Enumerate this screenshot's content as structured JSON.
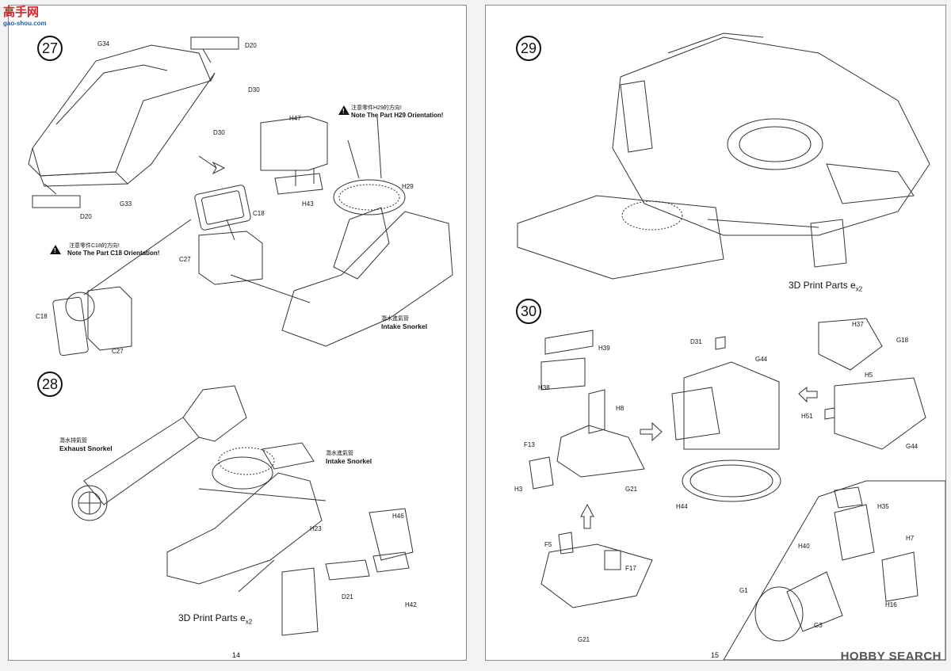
{
  "watermark_top_left": {
    "text": "高手网",
    "url": "gao-shou.com"
  },
  "watermark_bottom_right": "HOBBY SEARCH",
  "left_page": {
    "number": "14",
    "steps": [
      {
        "number": "27",
        "parts": [
          "G34",
          "D20",
          "D30",
          "D30",
          "D20",
          "G33",
          "H47",
          "H43",
          "C18",
          "H29",
          "C27",
          "C18",
          "C27"
        ],
        "notes": [
          {
            "cn": "注意零件H29的方向!",
            "en": "Note The Part H29 Orientation!"
          },
          {
            "cn": "注意零件C18的方向!",
            "en": "Note The Part C18 Orientation!"
          }
        ],
        "callout": {
          "cn": "潛水進氣管",
          "en": "Intake Snorkel"
        }
      },
      {
        "number": "28",
        "parts": [
          "H46",
          "H23",
          "D21",
          "H42"
        ],
        "callouts": [
          {
            "cn": "潛水排氣管",
            "en": "Exhaust Snorkel"
          },
          {
            "cn": "潛水進氣管",
            "en": "Intake Snorkel"
          }
        ],
        "print_parts": "3D Print Parts",
        "print_letter": "e",
        "print_qty": "x2"
      }
    ]
  },
  "right_page": {
    "number": "15",
    "steps": [
      {
        "number": "29",
        "print_parts": "3D Print Parts",
        "print_letter": "e",
        "print_qty": "x2"
      },
      {
        "number": "30",
        "parts": [
          "H39",
          "H38",
          "H8",
          "F13",
          "H3",
          "G21",
          "F5",
          "F17",
          "G21",
          "D31",
          "G44",
          "H44",
          "H37",
          "G18",
          "H5",
          "H51",
          "G44",
          "H35",
          "H40",
          "H7",
          "G1",
          "G3",
          "H16"
        ]
      }
    ]
  }
}
